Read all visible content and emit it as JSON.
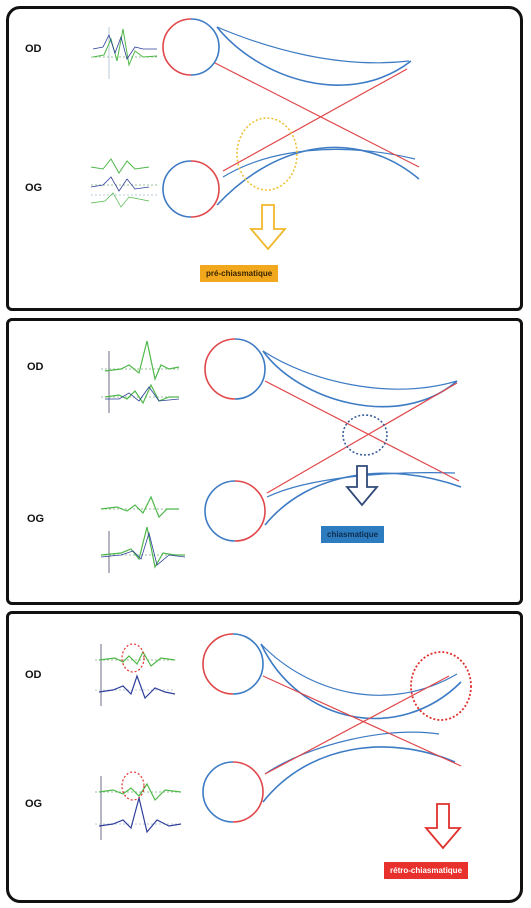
{
  "colors": {
    "blue_path": "#3d7bc4",
    "red_path": "#e0474a",
    "highlight_yellow": "#f0c23a",
    "highlight_blue": "#3a5f9a",
    "highlight_red": "#e0302c",
    "waveform_green": "#4fb84a",
    "waveform_blue": "#2f3f9a"
  },
  "panels": [
    {
      "od_label": "OD",
      "og_label": "OG",
      "lesion_label": "pré-chiasmatique",
      "lesion_color": "orange",
      "arrow_icon": "down-arrow-icon"
    },
    {
      "od_label": "OD",
      "og_label": "OG",
      "lesion_label": "chiasmatique",
      "lesion_color": "blue",
      "arrow_icon": "down-arrow-icon"
    },
    {
      "od_label": "OD",
      "og_label": "OG",
      "lesion_label": "rétro-chiasmatique",
      "lesion_color": "red",
      "arrow_icon": "down-arrow-icon"
    }
  ]
}
